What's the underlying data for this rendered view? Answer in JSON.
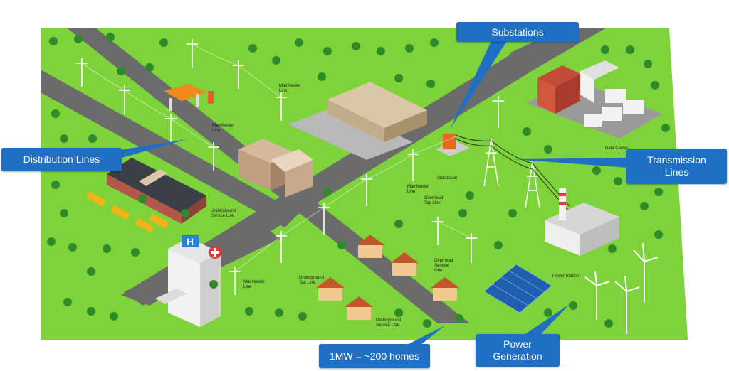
{
  "callouts": {
    "substations": "Substations",
    "distribution_lines": "Distribution Lines",
    "transmission_lines_1": "Transmission",
    "transmission_lines_2": "Lines",
    "homes": "1MW = ~200 homes",
    "power_generation_1": "Power",
    "power_generation_2": "Generation"
  },
  "labels": {
    "mainfeeder_top": [
      "Mainfeeder",
      "Line"
    ],
    "mainfeeder_mid": [
      "Mainfeeder",
      "Line"
    ],
    "mainfeeder_bottom": [
      "Mainfeeder",
      "Line"
    ],
    "mainfeeder_right": [
      "Mainfeeder",
      "Line"
    ],
    "underground_service_left": [
      "Underground",
      "Service Line"
    ],
    "underground_tap": [
      "Underground",
      "Tap Line"
    ],
    "underground_service_bottom": [
      "Underground",
      "Service Line"
    ],
    "overhead_tap": [
      "Overhead",
      "Tap Line"
    ],
    "overhead_service": [
      "Overhead",
      "Service",
      "Line"
    ],
    "substation": "Substation",
    "data_center": "Data Center",
    "power_station": "Power Station"
  },
  "colors": {
    "grass": "#7ed23a",
    "road": "#6b6b6b",
    "callout": "#1f6fc4"
  }
}
